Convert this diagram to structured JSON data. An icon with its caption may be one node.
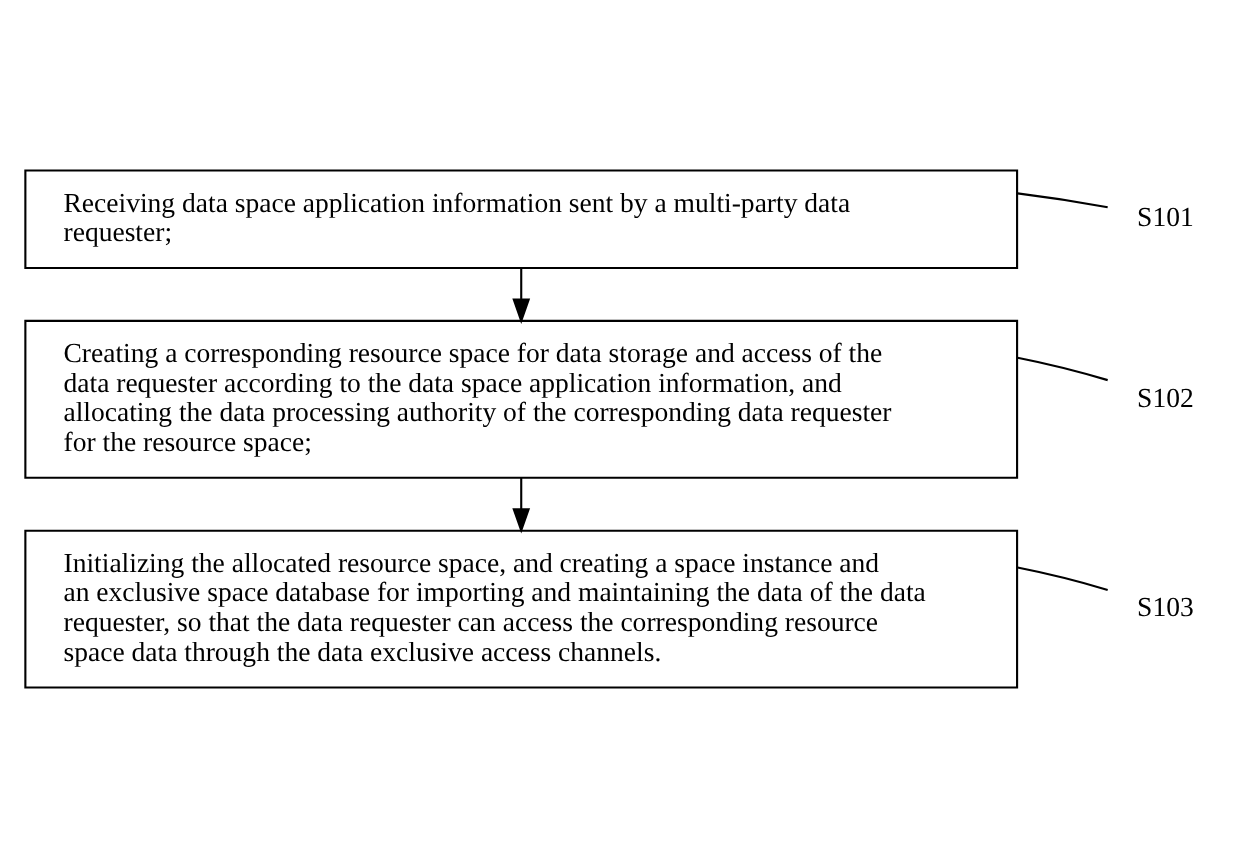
{
  "diagram": {
    "nodes": [
      {
        "text": [
          "Receiving data space application information sent by a multi-party data requester;"
        ]
      },
      {
        "text": [
          "S101"
        ]
      },
      {
        "text": [
          "Creating a corresponding resource space for data storage and access of the data requester according to the data space application information, and allocating the data processing authority of the corresponding data requester for the resource space;"
        ]
      },
      {
        "text": [
          "S102"
        ]
      },
      {
        "text": [
          "Initializing the allocated resource space, and creating a space instance and an exclusive space database for importing and maintaining the data of the data requester, so that the data requester can access the corresponding resource space data through the data exclusive access channels."
        ]
      },
      {
        "text": [
          "S103"
        ]
      }
    ],
    "edges": [
      {
        "from": 1,
        "to": 0,
        "arrow": "none"
      },
      {
        "from": 0,
        "to": 2,
        "arrow": "to"
      },
      {
        "from": 3,
        "to": 2,
        "arrow": "none"
      },
      {
        "from": 2,
        "to": 4,
        "arrow": "to"
      },
      {
        "from": 5,
        "to": 4,
        "arrow": "none"
      }
    ]
  }
}
